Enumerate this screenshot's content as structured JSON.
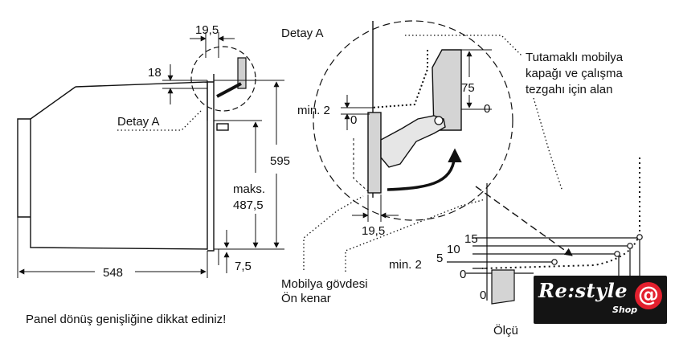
{
  "diagram": {
    "detail_a_title": "Detay A",
    "detail_a_label": "Detay A",
    "furniture_note": {
      "line1": "Tutamaklı mobilya",
      "line2": "kapağı ve çalışma",
      "line3": "tezgahı için alan"
    },
    "body_front": {
      "line1": "Mobilya gövdesi",
      "line2": "Ön kenar"
    },
    "measure_label": "Ölçü",
    "panel_note": "Panel dönüş genişliğine dikkat ediniz!",
    "dimensions": {
      "top_width": "19,5",
      "top_gap": "18",
      "height": "595",
      "max_label": "maks.",
      "max_value": "487,5",
      "depth": "548",
      "bottom_gap": "7,5",
      "detail_width": "19,5",
      "detail_75": "75",
      "detail_0_right": "0",
      "detail_min_label": "min. 2",
      "detail_0_left": "0",
      "scale_15": "15",
      "scale_10": "10",
      "scale_5": "5",
      "scale_min2": "min. 2",
      "scale_0": "0",
      "scale_0_bottom": "0"
    }
  },
  "logo": {
    "brand": "Re:style",
    "sub": "Shop",
    "symbol": "@"
  },
  "colors": {
    "line": "#111111",
    "hatch_fill": "#d6d6d6",
    "logo_bg": "#141414",
    "logo_accent": "#e3202e"
  }
}
